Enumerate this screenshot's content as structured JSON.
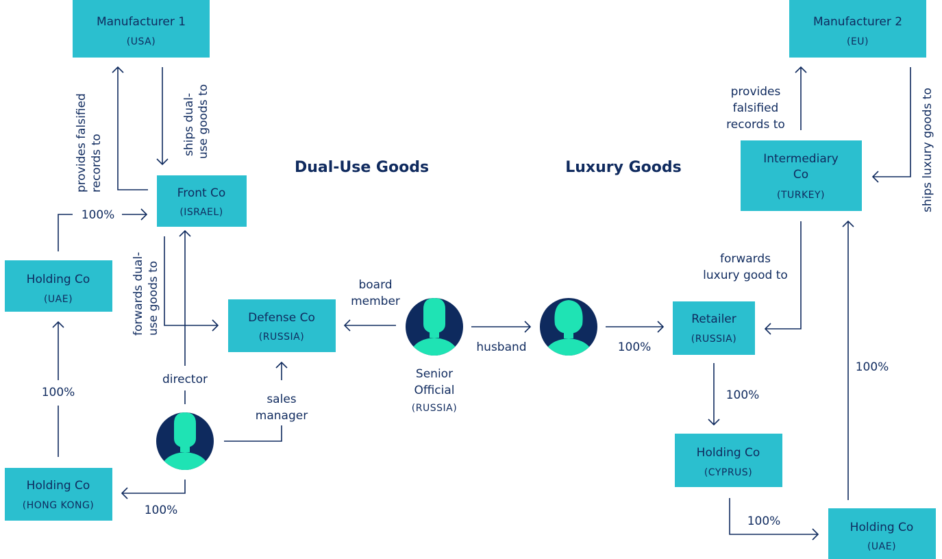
{
  "colors": {
    "box": "#2bbfcf",
    "ink": "#0f2a5e",
    "avatar_bg": "#0e2a5e",
    "avatar_fig": "#1fe3b4"
  },
  "section_titles": {
    "dual_use": "Dual-Use Goods",
    "luxury": "Luxury Goods"
  },
  "nodes": {
    "manufacturer1": {
      "name": "Manufacturer 1",
      "country": "(USA)"
    },
    "front_co": {
      "name": "Front Co",
      "country": "(ISRAEL)"
    },
    "holding_uae_left": {
      "name": "Holding Co",
      "country": "(UAE)"
    },
    "holding_hk": {
      "name": "Holding Co",
      "country": "(HONG KONG)"
    },
    "defense_co": {
      "name": "Defense Co",
      "country": "(RUSSIA)"
    },
    "manufacturer2": {
      "name": "Manufacturer 2",
      "country": "(EU)"
    },
    "intermediary": {
      "name_line1": "Intermediary",
      "name_line2": "Co",
      "country": "(TURKEY)"
    },
    "retailer": {
      "name": "Retailer",
      "country": "(RUSSIA)"
    },
    "holding_cyprus": {
      "name": "Holding Co",
      "country": "(CYPRUS)"
    },
    "holding_uae_right": {
      "name": "Holding Co",
      "country": "(UAE)"
    }
  },
  "people": {
    "senior_official": {
      "line1": "Senior",
      "line2": "Official",
      "country": "(RUSSIA)",
      "icon": "male-person-icon"
    },
    "wife": {
      "icon": "female-person-icon"
    },
    "director": {
      "icon": "male-person-icon"
    }
  },
  "labels": {
    "provides_falsified_left_1": "provides falsified",
    "provides_falsified_left_2": "records to",
    "ships_dual_1": "ships dual-",
    "ships_dual_2": "use goods to",
    "pct_holding_to_front": "100%",
    "forwards_dual_1": "forwards dual-",
    "forwards_dual_2": "use goods to",
    "pct_hk_to_uae": "100%",
    "director": "director",
    "sales_manager_1": "sales",
    "sales_manager_2": "manager",
    "pct_director_to_hk": "100%",
    "board_member_1": "board",
    "board_member_2": "member",
    "husband": "husband",
    "pct_wife_to_retailer": "100%",
    "provides_falsified_right_1": "provides",
    "provides_falsified_right_2": "falsified",
    "provides_falsified_right_3": "records to",
    "ships_luxury": "ships luxury goods to",
    "forwards_luxury_1": "forwards",
    "forwards_luxury_2": "luxury good to",
    "pct_retailer_to_cyprus": "100%",
    "pct_cyprus_to_uae": "100%",
    "pct_uae_to_intermediary": "100%"
  }
}
